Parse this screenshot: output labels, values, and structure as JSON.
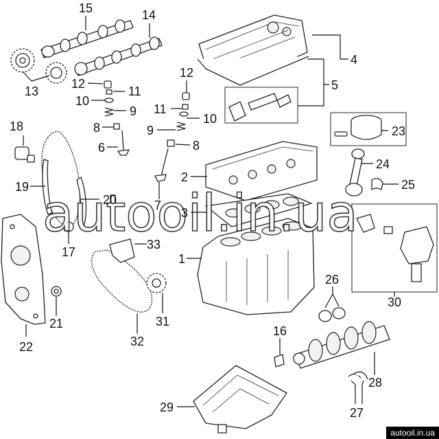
{
  "labels": {
    "p1": "1",
    "p2": "2",
    "p3": "3",
    "p4": "4",
    "p5": "5",
    "p6": "6",
    "p7": "7",
    "p8a": "8",
    "p8b": "8",
    "p9a": "9",
    "p9b": "9",
    "p10a": "10",
    "p10b": "10",
    "p11a": "11",
    "p11b": "11",
    "p12a": "12",
    "p12b": "12",
    "p13": "13",
    "p14": "14",
    "p15": "15",
    "p16": "16",
    "p17": "17",
    "p18": "18",
    "p19": "19",
    "p20": "20",
    "p21": "21",
    "p22": "22",
    "p23": "23",
    "p24": "24",
    "p25": "25",
    "p26": "26",
    "p27": "27",
    "p28": "28",
    "p29": "29",
    "p30": "30",
    "p31": "31",
    "p32": "32",
    "p33": "33"
  },
  "watermark": "autooil.in.ua",
  "footer": "autooil.in.ua"
}
